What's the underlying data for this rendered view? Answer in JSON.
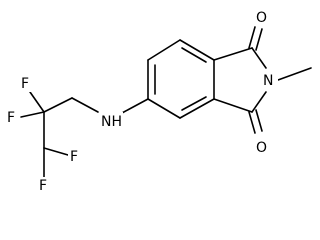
{
  "molecule": {
    "atoms": {
      "carbonyl_oxygen_top": "O",
      "carbonyl_oxygen_bottom": "O",
      "imide_nitrogen": "N",
      "amine_nitrogen": "NH",
      "fluorine_upper_left": "F",
      "fluorine_left": "F",
      "fluorine_right": "F",
      "fluorine_bottom": "F"
    }
  }
}
